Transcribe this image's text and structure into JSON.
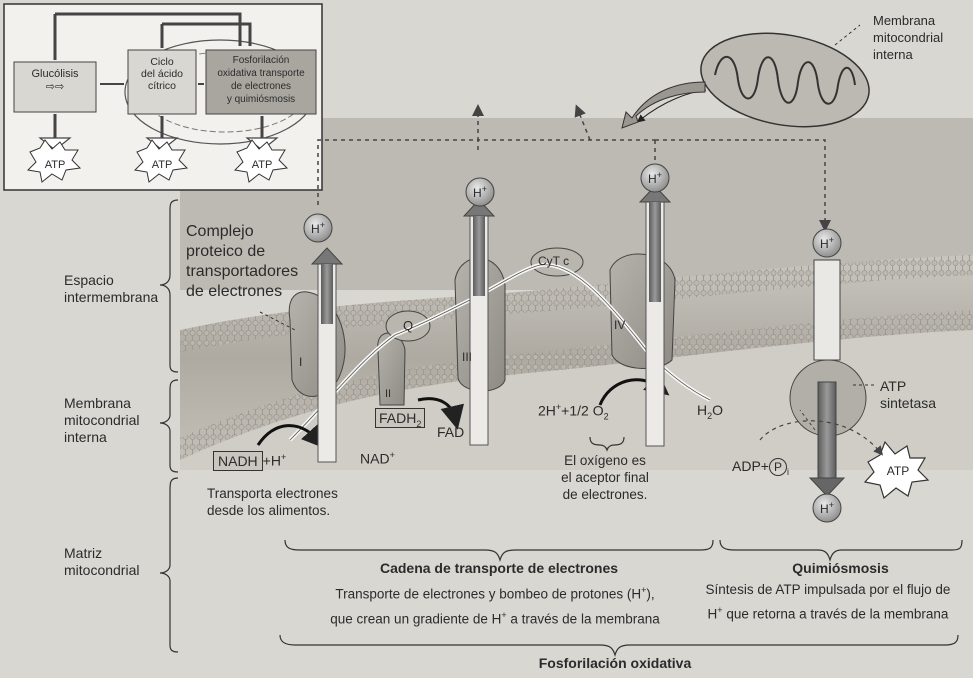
{
  "inset": {
    "glycolysis": "Glucólisis",
    "krebs": [
      "Ciclo",
      "del ácido",
      "cítrico"
    ],
    "oxphos": [
      "Fosforilación",
      "oxidativa transporte",
      "de electrones",
      "y quimiósmosis"
    ],
    "atp": "ATP"
  },
  "regions": {
    "intermembrane": [
      "Espacio",
      "intermembrana"
    ],
    "inner_membrane": [
      "Membrana",
      "mitocondrial",
      "interna"
    ],
    "matrix": [
      "Matriz",
      "mitocondrial"
    ]
  },
  "mito_callout": [
    "Membrana",
    "mitocondrial",
    "interna"
  ],
  "complex_label": [
    "Complejo",
    "proteico de",
    "transportadores",
    "de electrones"
  ],
  "complexes": {
    "I": "I",
    "II": "II",
    "III": "III",
    "IV": "IV",
    "Q": "Q",
    "cyt": "CyT c"
  },
  "chem": {
    "h": "H",
    "plus": "+",
    "nadh": "NADH",
    "plus_h": "+H",
    "nad": "NAD",
    "fadh": "FADH",
    "two": "2",
    "fad": "FAD",
    "oxygen_pre": "2H",
    "oxygen_mid": "+1/2 O",
    "h2o_h": "H",
    "h2o_o": "O",
    "adp": "ADP+",
    "p": "P",
    "i": "i",
    "atp": "ATP"
  },
  "atp_synthase": [
    "ATP",
    "sintetasa"
  ],
  "notes": {
    "food": [
      "Transporta electrones",
      "desde los alimentos."
    ],
    "oxygen": [
      "El oxígeno es",
      "el aceptor final",
      "de electrones."
    ]
  },
  "brackets": {
    "etc_title": "Cadena de transporte de electrones",
    "etc_desc_1a": "Transporte de electrones y bombeo de protones (H",
    "etc_desc_1b": "),",
    "etc_desc_2a": "que crean un gradiente de H",
    "etc_desc_2b": " a través de la membrana",
    "chemi_title": "Quimiósmosis",
    "chemi_desc_1": "Síntesis de ATP impulsada por el flujo de",
    "chemi_desc_2a": "H",
    "chemi_desc_2b": " que retorna a través de la membrana",
    "oxphos": "Fosforilación oxidativa"
  }
}
